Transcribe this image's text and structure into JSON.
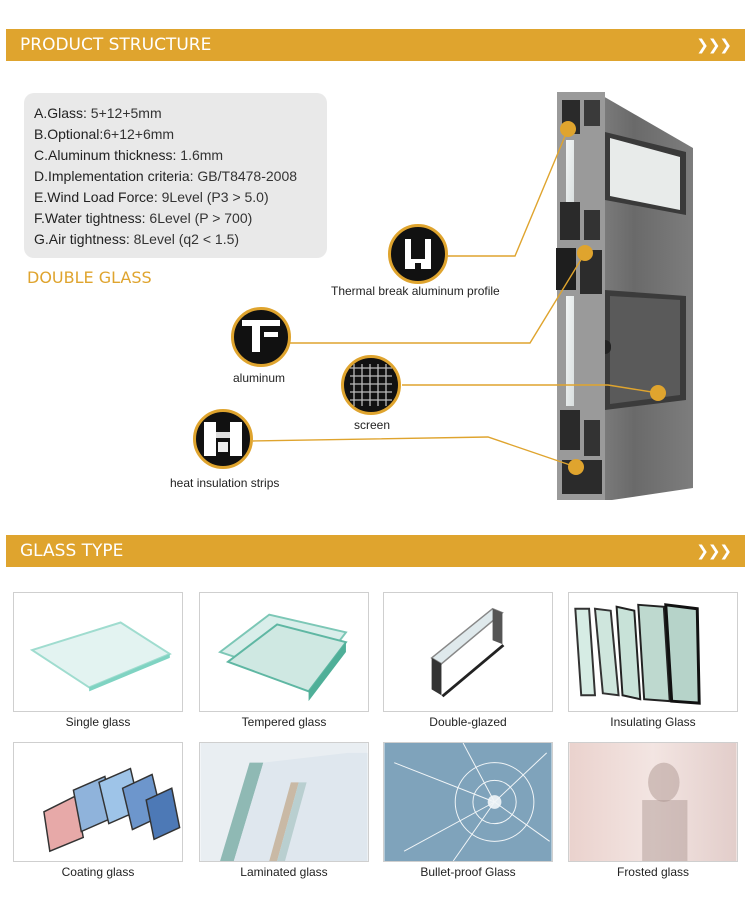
{
  "banners": {
    "structure": {
      "title": "PRODUCT STRUCTURE",
      "chevron": "❯❯❯"
    },
    "glass": {
      "title": "GLASS TYPE",
      "chevron": "❯❯❯"
    }
  },
  "specs": [
    {
      "key": "A.Glass:",
      "value": " 5+12+5mm"
    },
    {
      "key": "B.Optional:",
      "value": "6+12+6mm"
    },
    {
      "key": "C.Aluminum thickness:",
      "value": " 1.6mm"
    },
    {
      "key": "D.Implementation criteria:",
      "value": " GB/T8478-2008"
    },
    {
      "key": "E.Wind Load Force:",
      "value": " 9Level (P3 > 5.0)"
    },
    {
      "key": "F.Water tightness:",
      "value": " 6Level (P > 700)"
    },
    {
      "key": "G.Air tightness:",
      "value": " 8Level (q2 < 1.5)"
    }
  ],
  "double_glass_label": "DOUBLE GLASS",
  "callouts": {
    "thermal": "Thermal break aluminum profile",
    "aluminum": "aluminum",
    "screen": "screen",
    "heat": "heat insulation strips"
  },
  "glass_types": [
    {
      "label": "Single glass"
    },
    {
      "label": "Tempered glass"
    },
    {
      "label": "Double-glazed"
    },
    {
      "label": "Insulating Glass"
    },
    {
      "label": "Coating glass"
    },
    {
      "label": "Laminated glass"
    },
    {
      "label": "Bullet-proof Glass"
    },
    {
      "label": "Frosted glass"
    }
  ],
  "colors": {
    "accent": "#dfa42e",
    "spec_bg": "#e9e9e9",
    "profile": "#6e6e6e"
  }
}
